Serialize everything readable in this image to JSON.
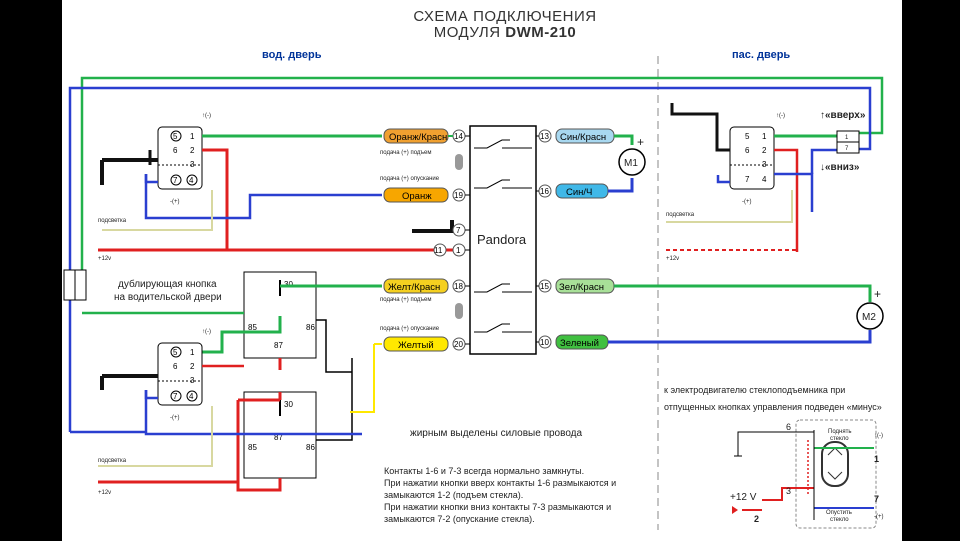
{
  "title": {
    "line1": "СХЕМА ПОДКЛЮЧЕНИЯ",
    "line2_prefix": "МОДУЛЯ ",
    "line2_model": "DWM-210"
  },
  "headers": {
    "driver_door": "вод. дверь",
    "passenger_door": "пас. дверь"
  },
  "module": {
    "name": "Pandora"
  },
  "left_terminals": [
    {
      "id": "14",
      "label": "Оранж/Красн",
      "color": "#f0a030"
    },
    {
      "id": "19",
      "label": "Оранж",
      "color": "#f7a600"
    },
    {
      "id": "7",
      "label": "",
      "color": "#ffffff"
    },
    {
      "id": "11",
      "label": "",
      "color": "#ffffff"
    },
    {
      "id": "1",
      "label": "",
      "color": "#ffffff"
    },
    {
      "id": "18",
      "label": "Желт/Красн",
      "color": "#f5d020"
    },
    {
      "id": "20",
      "label": "Желтый",
      "color": "#ffe800"
    }
  ],
  "right_terminals": [
    {
      "id": "13",
      "label": "Син/Красн",
      "color": "#a8d8f0"
    },
    {
      "id": "16",
      "label": "Син/Ч",
      "color": "#40b8e8"
    },
    {
      "id": "15",
      "label": "Зел/Красн",
      "color": "#a8e098"
    },
    {
      "id": "10",
      "label": "Зеленый",
      "color": "#40c040"
    }
  ],
  "small_labels": {
    "up_supply": "подача (+) подъем",
    "down_supply": "подача (+) опускание",
    "plus12": "+12v",
    "backlight": "подсветка",
    "plus_minus": "↑(-)",
    "minus_plus": "-(+)"
  },
  "motors": {
    "m1": "M1",
    "m2": "M2"
  },
  "relays": {
    "pin30": "30",
    "pin85": "85",
    "pin86": "86",
    "pin87": "87"
  },
  "switch_pins": {
    "p5": "5",
    "p1": "1",
    "p6": "6",
    "p2": "2",
    "p7": "7",
    "p3": "3",
    "p4": "4"
  },
  "passenger": {
    "up": "«вверх»",
    "down": "«вниз»",
    "sw1": "1",
    "sw7": "7"
  },
  "dup_button": {
    "line1": "дублирующая кнопка",
    "line2": "на водительской двери"
  },
  "power_note": "жирным выделены силовые провода",
  "contacts_note": [
    "Контакты 1-6 и 7-3 всегда нормально замкнуты.",
    "При нажатии кнопки вверх контакты 1-6 размыкаются и",
    "замыкаются 1-2 (подъем стекла).",
    "При нажатии кнопки вниз контакты 7-3 размыкаются и",
    "замыкаются 7-2 (опускание стекла)."
  ],
  "motor_note": [
    "к электродвигателю стеклоподъемника при",
    "отпущенных кнопках управления подведен «минус»"
  ],
  "inset": {
    "raise": [
      "Поднять",
      "стекло"
    ],
    "lower": [
      "Опустить",
      "стекло"
    ],
    "plus12": "+12 V",
    "n6": "6",
    "n1": "1",
    "n3": "3",
    "n7": "7",
    "n2": "2",
    "up_sign": "↑(-)",
    "down_sign": "-(+)"
  },
  "colors": {
    "green": "#22b14c",
    "red": "#e02020",
    "blue": "#2a3fd0",
    "black": "#111111"
  }
}
